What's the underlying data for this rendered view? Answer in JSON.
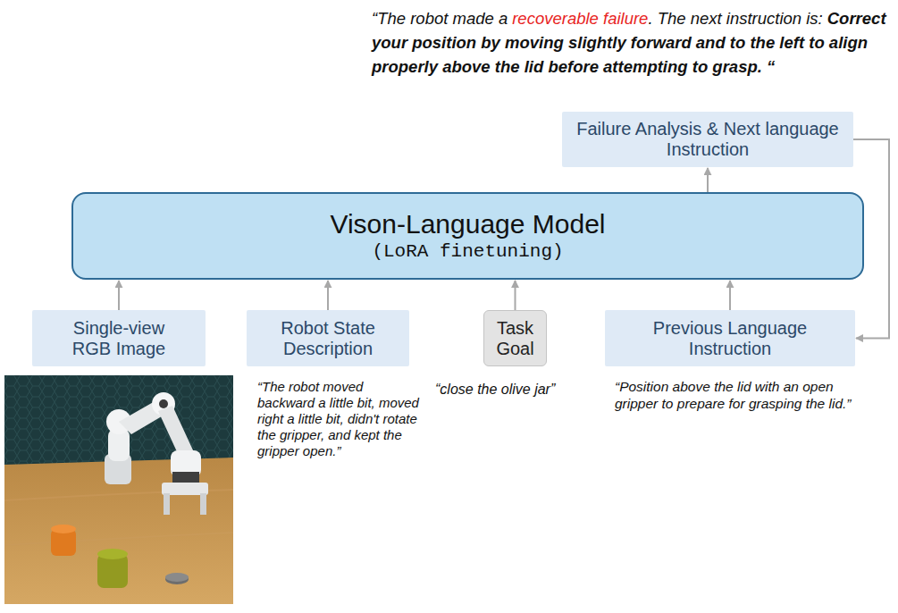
{
  "diagram": {
    "nodes": [
      {
        "text": [
          "Vison-Language Model",
          "(LoRA finetuning)"
        ]
      },
      {
        "text": [
          "Single-view RGB Image"
        ]
      },
      {
        "text": [
          "Robot State Description"
        ]
      },
      {
        "text": [
          "Task Goal"
        ]
      },
      {
        "text": [
          "Previous Language Instruction"
        ]
      },
      {
        "text": [
          "Failure Analysis & Next language Instruction"
        ]
      }
    ],
    "edges": [
      {
        "from": 1,
        "to": 0,
        "arrow": "to"
      },
      {
        "from": 2,
        "to": 0,
        "arrow": "to"
      },
      {
        "from": 3,
        "to": 0,
        "arrow": "to"
      },
      {
        "from": 4,
        "to": 0,
        "arrow": "to"
      },
      {
        "from": 0,
        "to": 5,
        "arrow": "to"
      },
      {
        "from": 5,
        "to": 4,
        "arrow": "to"
      }
    ],
    "labels": [
      "“The robot made a",
      "recoverable failure",
      ". The next instruction is:",
      "Correct your position by moving slightly forward  and to the left to align properly above the lid before attempting to grasp. “",
      "“The robot moved backward a little bit, moved right a little bit, didn't rotate the gripper, and kept the gripper open.”",
      "“close the olive jar”",
      "“Position above the lid with an open gripper to prepare for grasping the lid.”"
    ]
  }
}
